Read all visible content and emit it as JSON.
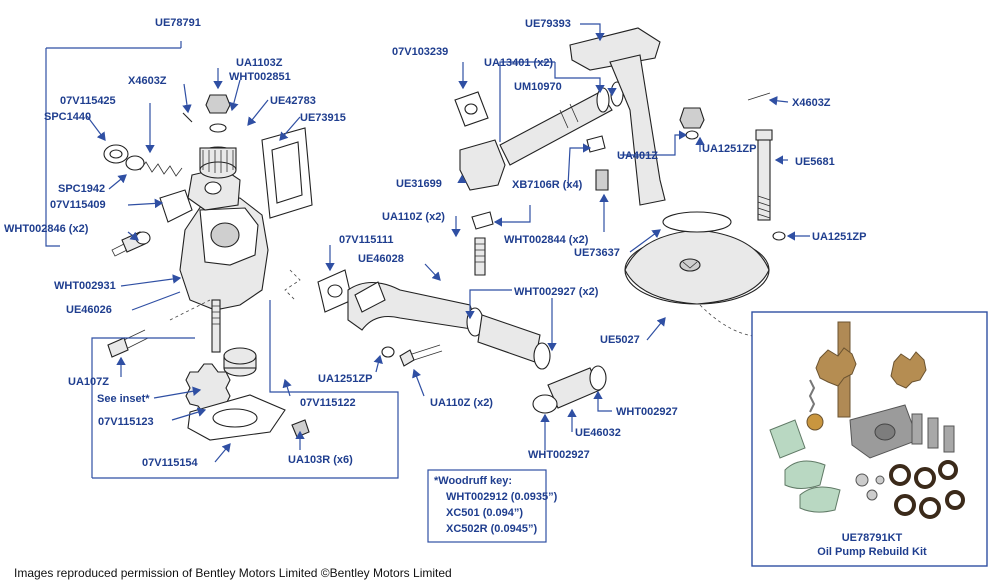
{
  "labels": {
    "ue78791": "UE78791",
    "ua1103z": "UA1103Z",
    "x4603z_left": "X4603Z",
    "wht002851": "WHT002851",
    "v07115425": "07V115425",
    "ue42783": "UE42783",
    "spc1440": "SPC1440",
    "ue73915": "UE73915",
    "spc1942": "SPC1942",
    "v07115409": "07V115409",
    "wht002846": "WHT002846 (x2)",
    "wht002931": "WHT002931",
    "ue46026": "UE46026",
    "ua107z": "UA107Z",
    "see_inset": "See inset*",
    "v07115123": "07V115123",
    "v07115122": "07V115122",
    "v07115154": "07V115154",
    "ua103r": "UA103R (x6)",
    "v07103239": "07V103239",
    "ua13401": "UA13401 (x2)",
    "ue79393": "UE79393",
    "um10970": "UM10970",
    "x4603z_right": "X4603Z",
    "ue31699": "UE31699",
    "xb7106r": "XB7106R (x4)",
    "ua401z": "UA401Z",
    "ua1251zp_top": "UA1251ZP",
    "ue5681": "UE5681",
    "ua110z_top": "UA110Z (x2)",
    "wht002844": "WHT002844 (x2)",
    "v07115111": "07V115111",
    "ue73637": "UE73637",
    "ua1251zp_right": "UA1251ZP",
    "ue46028": "UE46028",
    "wht002927_top": "WHT002927 (x2)",
    "ue5027": "UE5027",
    "ua1251zp_mid": "UA1251ZP",
    "ua110z_bottom": "UA110Z (x2)",
    "wht002927_r": "WHT002927",
    "ue46032": "UE46032",
    "wht002927_b": "WHT002927"
  },
  "woodruff": {
    "title": "*Woodruff key:",
    "lines": [
      "WHT002912 (0.0935”)",
      "XC501 (0.094”)",
      "XC502R (0.0945”)"
    ]
  },
  "kit": {
    "code": "UE78791KT",
    "name": "Oil Pump Rebuild Kit"
  },
  "copyright": "Images reproduced permission of Bentley Motors Limited ©Bentley Motors Limited",
  "colors": {
    "label": "#1f3e8f",
    "leader": "#2f4fa3",
    "box_border": "#2f4fa3"
  }
}
